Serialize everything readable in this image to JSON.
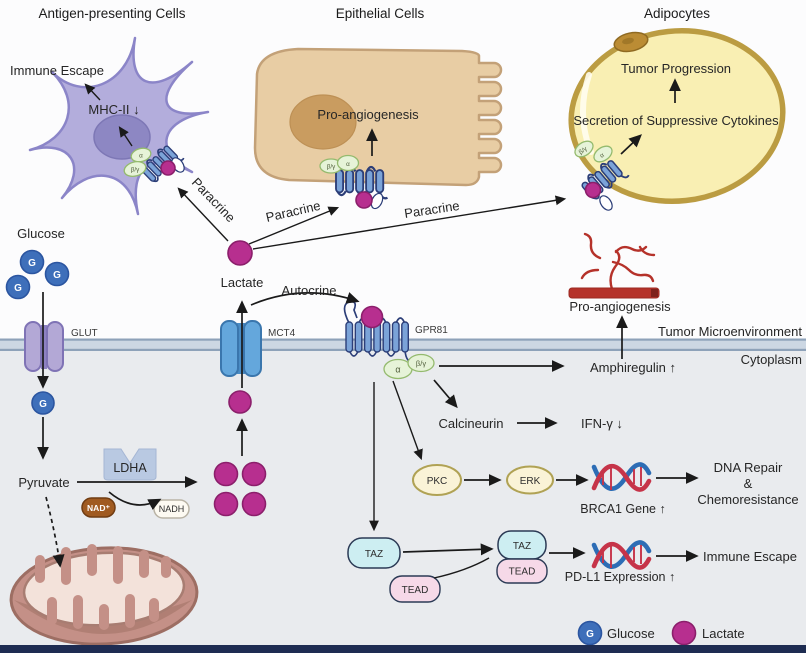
{
  "section_titles": {
    "apc": "Antigen-presenting Cells",
    "epithelial": "Epithelial Cells",
    "adipocytes": "Adipocytes"
  },
  "apc": {
    "immune_escape": "Immune Escape",
    "mhc": "MHC-II ↓"
  },
  "epithelial": {
    "pro_angiogenesis": "Pro-angiogenesis"
  },
  "adipocyte": {
    "tumor_progression": "Tumor Progression",
    "secretion": "Secretion of Suppressive Cytokines"
  },
  "metabolism": {
    "glucose": "Glucose",
    "g_symbol": "G",
    "glut": "GLUT",
    "pyruvate": "Pyruvate",
    "ldha": "LDHA",
    "nad": "NAD⁺",
    "nadh": "NADH",
    "lactate": "Lactate",
    "mct4": "MCT4"
  },
  "signaling": {
    "autocrine": "Autocrine",
    "paracrine": "Paracrine",
    "gpr81": "GPR81",
    "alpha": "α",
    "beta_gamma": "β/γ",
    "tumor_microenvironment": "Tumor Microenvironment",
    "cytoplasm": "Cytoplasm",
    "amphiregulin": "Amphiregulin ↑",
    "pro_angiogenesis": "Pro-angiogenesis",
    "calcineurin": "Calcineurin",
    "ifn_gamma": "IFN-γ ↓",
    "pkc": "PKC",
    "erk": "ERK",
    "brca1": "BRCA1 Gene ↑",
    "dna_repair_line1": "DNA Repair",
    "dna_repair_line2": "&",
    "dna_repair_line3": "Chemoresistance",
    "taz": "TAZ",
    "tead": "TEAD",
    "pdl1": "PD-L1 Expression ↑",
    "immune_escape": "Immune Escape"
  },
  "legend": {
    "g": "G",
    "glucose": "Glucose",
    "lactate": "Lactate"
  },
  "colors": {
    "membrane_fill": "#ccd7e3",
    "membrane_edge": "#8ea2b9",
    "background_top": "#fcfcfd",
    "background_cytoplasm": "#e9ebee",
    "footer_bar": "#1e2c52",
    "lactate": "#b72f8f",
    "glucose": "#3e6fba",
    "receptor": "#7ba3d8",
    "receptor_outline": "#2c3e78",
    "g_protein": "#e6f3d8",
    "apc_cell": "#b3addc",
    "epithelial_cell": "#e8cda4",
    "adipocyte_cell": "#f9efb3",
    "mitochondrion": "#c49087",
    "dna_red": "#c63449",
    "dna_blue": "#2d6db5",
    "vessel_red": "#b5322a"
  }
}
